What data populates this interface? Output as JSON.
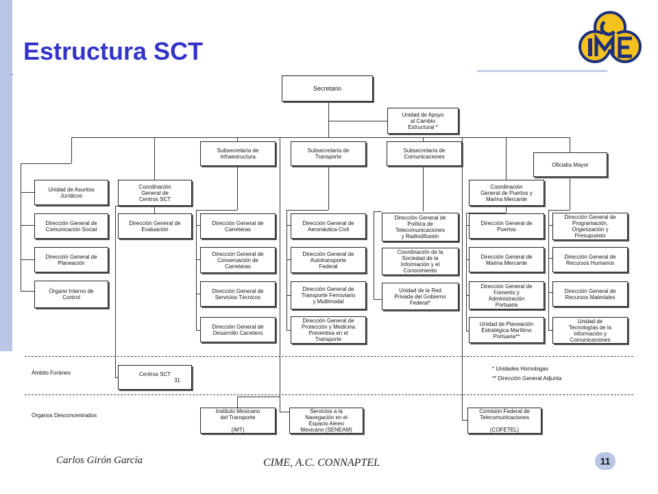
{
  "slide": {
    "title": "Estructura SCT",
    "footer_left": "Carlos Girón García",
    "footer_center": "CIME, A.C. CONNAPTEL",
    "page_number": "11",
    "logo_text": "CIME"
  },
  "org": {
    "secretario": "Secretario",
    "unidad_apoyo": "Unidad de Apoyo\nal Cambio\nEstructural *",
    "left_col": {
      "asuntos": "Unidad de Asuntos\nJurídicos",
      "comunicacion": "Dirección General de\nComunicación Social",
      "planeacion": "Dirección General de\nPlaneación",
      "organo": "Órgano Interno de\nControl"
    },
    "coordinacion": {
      "title": "Coordinación\nGeneral de\nCentros SCT",
      "evaluacion": "Dirección General de\nEvaluación"
    },
    "infraestructura": {
      "title": "Subsecretaría de\nInfraestructura",
      "carreteras": "Dirección General de\nCarreteras",
      "conservacion": "Dirección General de\nConservación de\nCarreteras",
      "servicios": "Dirección General de\nServicios Técnicos",
      "desarrollo": "Dirección General de\nDesarrollo Carretero"
    },
    "transporte": {
      "title": "Subsecretaría de\nTransporte",
      "aeronautica": "Dirección General de\nAeronáutica Civil",
      "autotransporte": "Dirección General de\nAutotransporte\nFederal",
      "ferroviario": "Dirección General de\nTransporte Ferroviario\ny Multimodal",
      "proteccion": "Dirección General de\nProtección y Medicina\nPreventiva en el\nTransporte"
    },
    "comunicaciones": {
      "title": "Subsecretaría de\nComunicaciones",
      "politica": "Dirección General de\nPolítica de\nTelecomunicaciones\ny Radiodifusión",
      "sociedad": "Coordinación de la\nSociedad de la\nInformación y el\nConocimiento",
      "red": "Unidad de la Red\nPrivada del Gobierno\nFederal*"
    },
    "puertos": {
      "title": "Coordinación\nGeneral de Puertos y\nMarina Mercante",
      "puertos": "Dirección General de\nPuertos",
      "marina": "Dirección General de\nMarina Mercante",
      "fomento": "Dirección General de\nFomento y\nAdministración\nPortuaria",
      "unidad_planeacion": "Unidad de Planeación\nEstratégica Marítimo\nPortuaria**"
    },
    "oficialia": {
      "title": "Oficialía Mayor",
      "programacion": "Dirección General de\nProgramación,\nOrganización y\nPresupuesto",
      "rh": "Dirección General de\nRecursos Humanos",
      "rm": "Dirección General de\nRecursos Materiales",
      "tic": "Unidad de\nTecnologías de la\nInformación y\nComunicaciones"
    },
    "ambito_label": "Ámbito Foráneo",
    "centros": "Centros SCT",
    "centros_count": "31",
    "organos_label": "Órganos Desconcentrados",
    "imt": "Instituto Mexicano\ndel Transporte\n\n(IMT)",
    "seneam": "Servicios a la\nNavegación en el\nEspacio Aéreo\nMexicano (SENEAM)",
    "cofetel": "Comisión Federal de\nTelecomunicaciones\n\n(COFETEL)",
    "note1": "*  Unidades Homologas",
    "note2": "** Dirección General Adjunta"
  }
}
